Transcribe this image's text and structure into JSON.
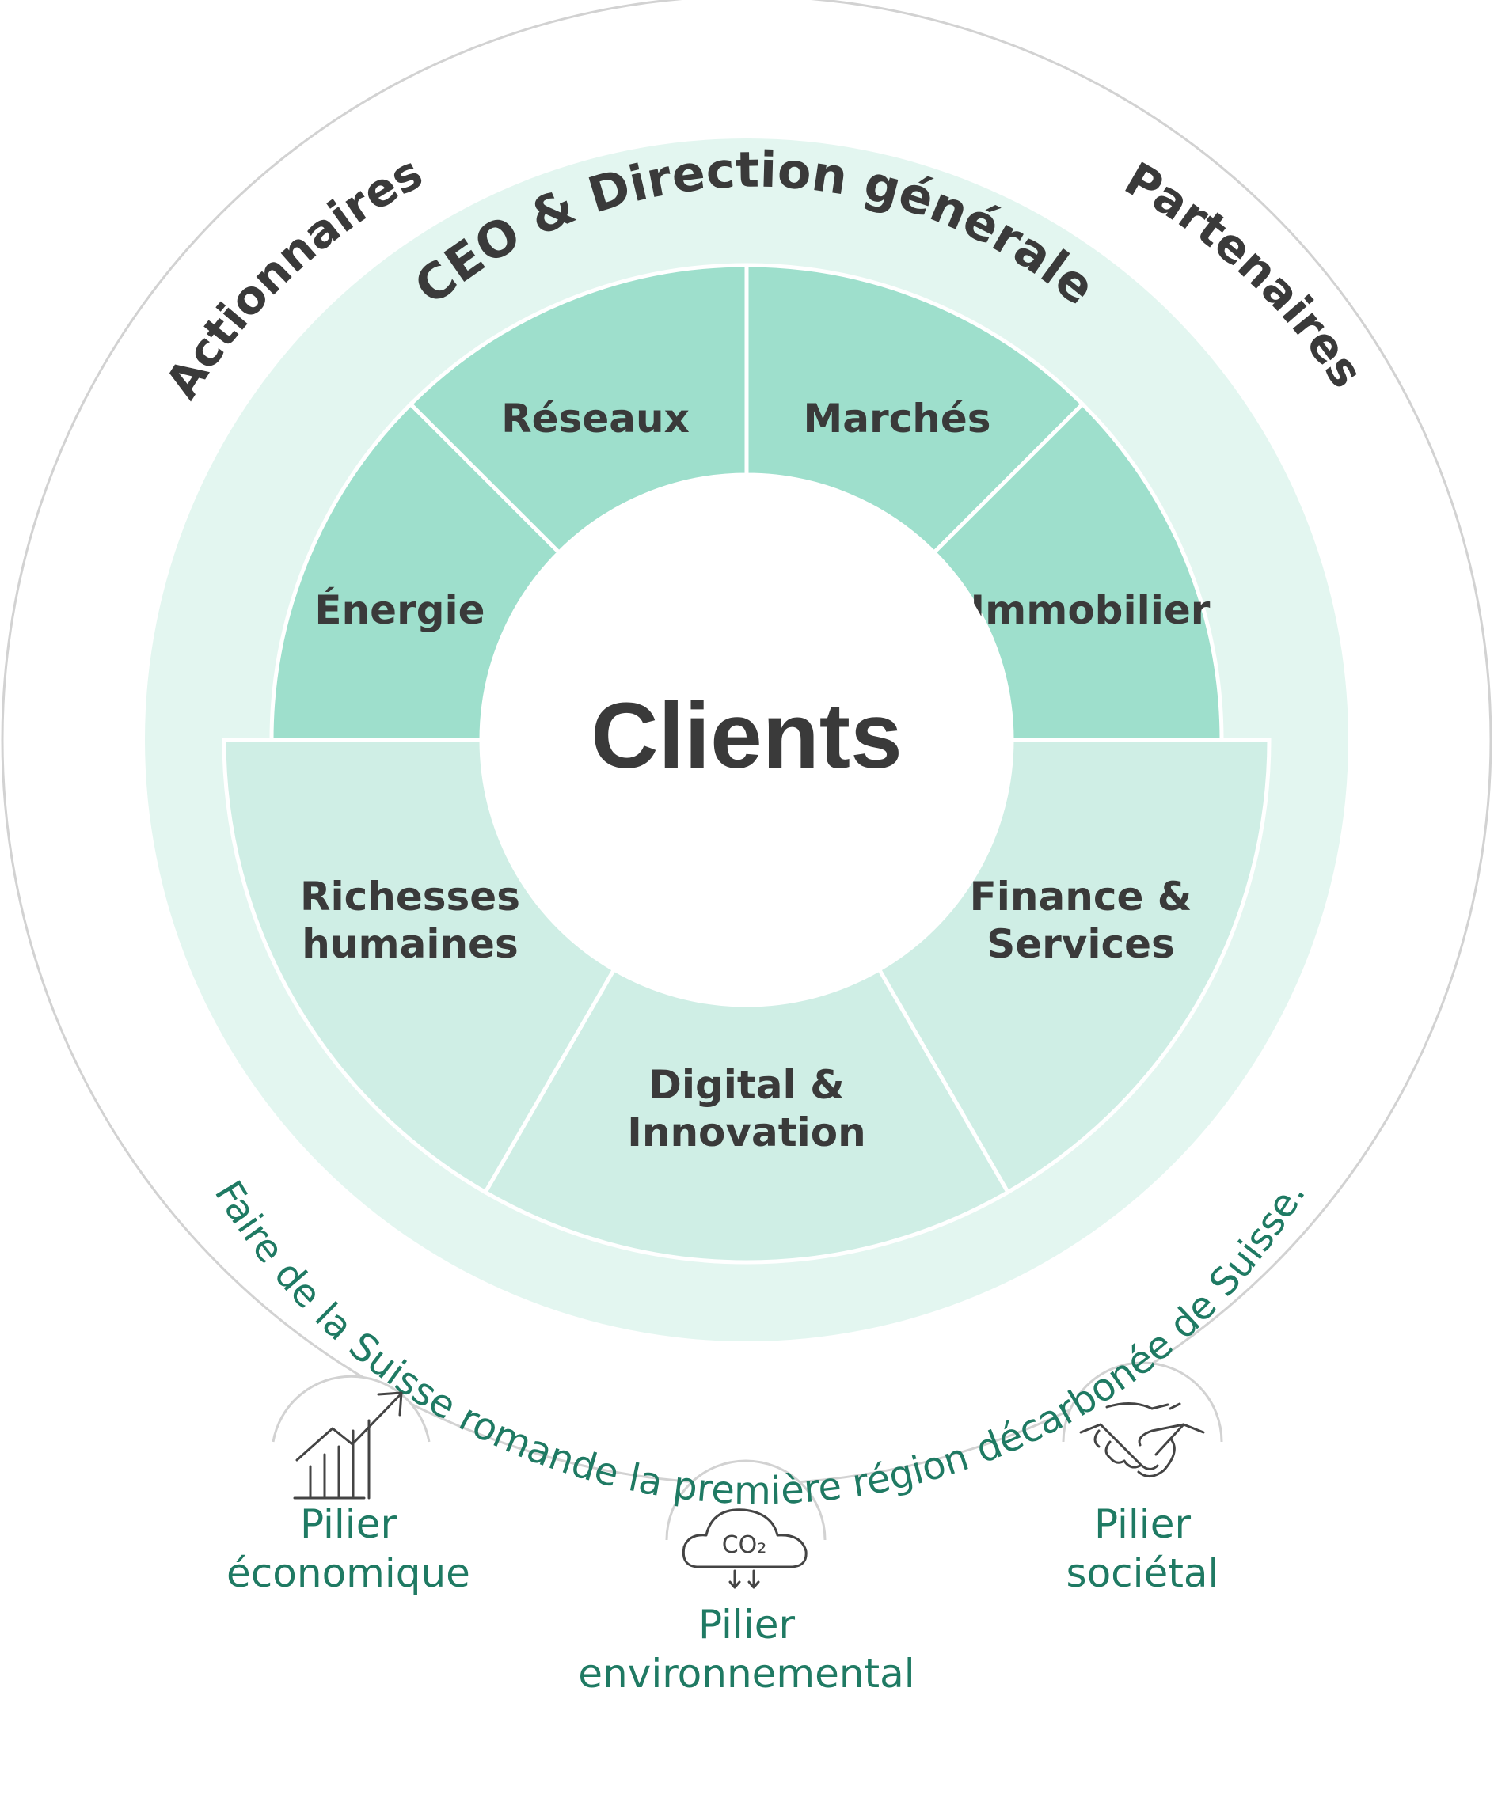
{
  "outer_ring": {
    "left_label": "Actionnaires",
    "right_label": "Partenaires",
    "bottom_label": "Faire de la Suisse romande la première région décarbonée de Suisse."
  },
  "middle_ring": {
    "label": "CEO & Direction générale"
  },
  "segments": [
    {
      "lines": [
        "Énergie"
      ]
    },
    {
      "lines": [
        "Réseaux"
      ]
    },
    {
      "lines": [
        "Marchés"
      ]
    },
    {
      "lines": [
        "Immobilier"
      ]
    },
    {
      "lines": [
        "Finance &",
        "Services"
      ]
    },
    {
      "lines": [
        "Digital &",
        "Innovation"
      ]
    },
    {
      "lines": [
        "Richesses",
        "humaines"
      ]
    }
  ],
  "center": {
    "label": "Clients"
  },
  "pillars": [
    {
      "icon": "growth-chart-icon",
      "lines": [
        "Pilier",
        "économique"
      ]
    },
    {
      "icon": "co2-cloud-icon",
      "lines": [
        "Pilier",
        "environnemental"
      ],
      "icon_text": "CO₂"
    },
    {
      "icon": "handshake-icon",
      "lines": [
        "Pilier",
        "sociétal"
      ]
    }
  ],
  "colors": {
    "outer_ring_stroke": "#d2d2d2",
    "middle_ring_fill": "#e3f6f0",
    "segment_top_fill": "#9edfcc",
    "segment_bottom_fill": "#cfeee5",
    "center_fill": "#ffffff",
    "dark_text": "#3a3a3a",
    "green_text": "#1f7a63"
  }
}
